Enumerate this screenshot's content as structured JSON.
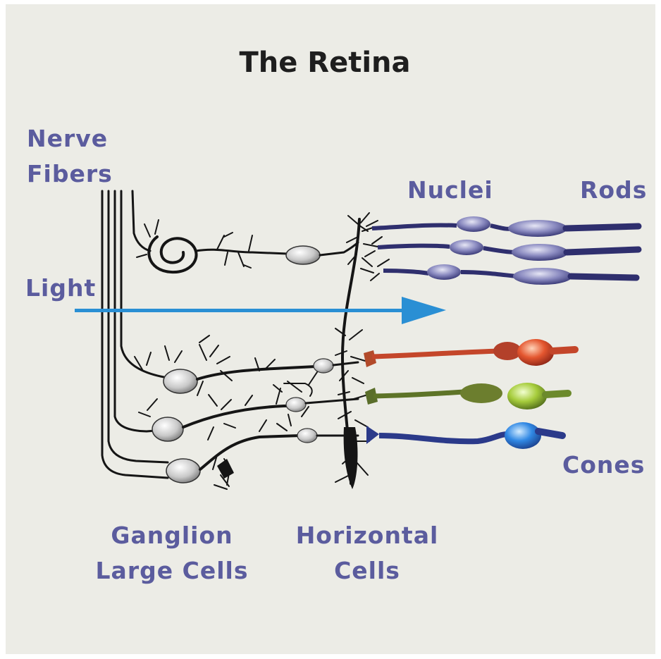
{
  "title": "The Retina",
  "labels": {
    "nerve_fibers_1": "Nerve",
    "nerve_fibers_2": "Fibers",
    "light": "Light",
    "nuclei": "Nuclei",
    "rods": "Rods",
    "cones": "Cones",
    "ganglion_1": "Ganglion",
    "ganglion_2": "Large Cells",
    "horizontal_1": "Horizontal",
    "horizontal_2": "Cells"
  },
  "colors": {
    "background": "#ecece6",
    "label": "#5b5c9e",
    "light_arrow": "#2a8fd4",
    "rods": "#2f2f6e",
    "cone_red": "#d5492c",
    "cone_green": "#9dc43a",
    "cone_blue": "#2f82e0"
  }
}
